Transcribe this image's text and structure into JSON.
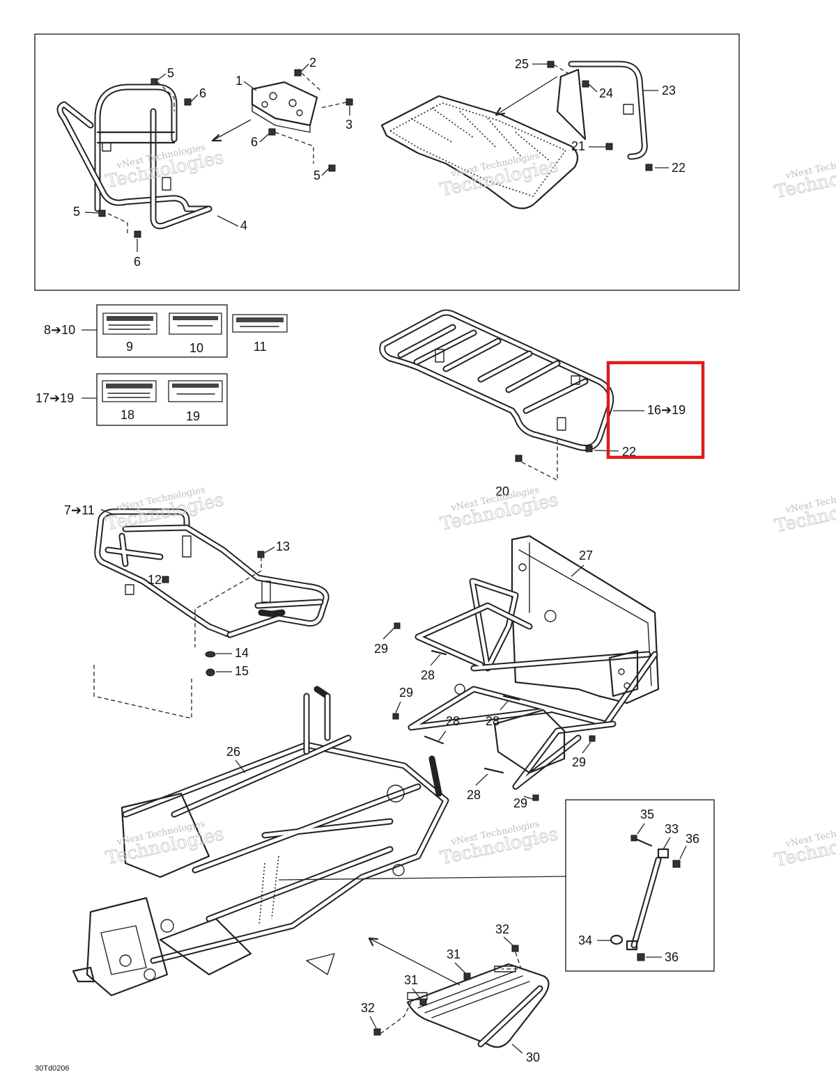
{
  "diagram_code": "30Td0206",
  "watermark": {
    "line1": "vNext Technologies",
    "line2": "Technologies"
  },
  "label_groups": {
    "group_a": {
      "range": "8➔10",
      "items": [
        "9",
        "10",
        "11"
      ]
    },
    "group_b": {
      "range": "17➔19",
      "items": [
        "18",
        "19"
      ]
    }
  },
  "callouts": {
    "top_panel": [
      "1",
      "2",
      "3",
      "4",
      "5",
      "5",
      "5",
      "6",
      "6",
      "6",
      "21",
      "22",
      "23",
      "24",
      "25"
    ],
    "rear_rack": [
      "16➔19",
      "20",
      "22"
    ],
    "front_rack": [
      "7➔11",
      "12",
      "13",
      "14",
      "15"
    ],
    "frame": [
      "26",
      "27",
      "28",
      "28",
      "28",
      "28",
      "29",
      "29",
      "29",
      "29"
    ],
    "footrest": [
      "30",
      "31",
      "31",
      "32",
      "32"
    ],
    "inset": [
      "33",
      "34",
      "35",
      "36",
      "36"
    ]
  },
  "highlight": {
    "text": "16➔19",
    "color": "#e01b1b"
  }
}
